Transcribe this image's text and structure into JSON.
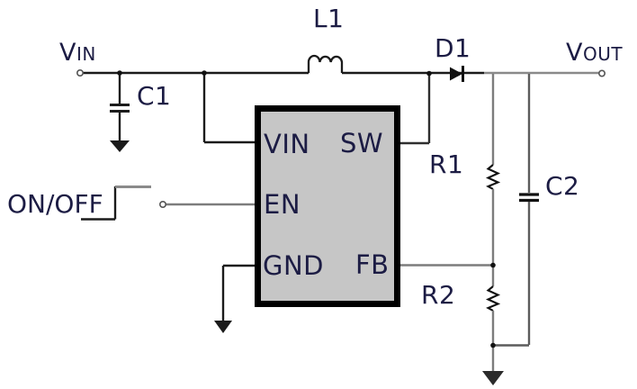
{
  "diagram_type": "dc-dc-converter-schematic",
  "labels": {
    "vin": {
      "v": "V",
      "rest": "IN"
    },
    "vout": {
      "v": "V",
      "rest": "OUT"
    },
    "l1": "L1",
    "d1": "D1",
    "c1": "C1",
    "c2": "C2",
    "r1": "R1",
    "r2": "R2",
    "on_off": "ON/OFF"
  },
  "ic": {
    "pins": {
      "vin": "VIN",
      "sw": "SW",
      "en": "EN",
      "gnd": "GND",
      "fb": "FB"
    }
  },
  "colors": {
    "background": "#ffffff",
    "wire_black": "#1b1b1b",
    "wire_gray": "#8a8a8a",
    "wire_darkgray": "#5c5c5c",
    "ic_fill": "#c6c6c6",
    "ic_border": "#000000",
    "label_text": "#1c1c44"
  }
}
